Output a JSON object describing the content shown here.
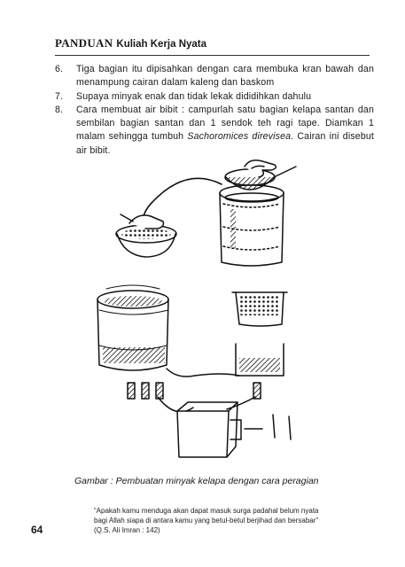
{
  "header": {
    "prefix": "PANDUAN",
    "title": "Kuliah Kerja Nyata"
  },
  "steps": [
    {
      "number": "6.",
      "text": "Tiga bagian itu dipisahkan dengan cara membuka kran bawah dan menampung cairan dalam kaleng dan baskom"
    },
    {
      "number": "7.",
      "text": "Supaya minyak enak dan tidak lekak dididihkan dahulu"
    },
    {
      "number": "8.",
      "text_before": "Cara membuat air bibit : campurlah satu bagian kelapa santan dan sembilan bagian santan dan 1 sendok teh ragi tape. Diamkan 1 malam sehingga tumbuh ",
      "text_italic": "Sachoromices direvisea",
      "text_after": ". Cairan ini disebut air bibit."
    }
  ],
  "caption": "Gambar : Pembuatan minyak kelapa dengan cara peragian",
  "footer": {
    "page_number": "64",
    "quote_line1": "“Apakah kamu menduga akan dapat masuk surga padahal belum nyata",
    "quote_line2": "bagi Allah siapa di antara kamu yang betul-betul berjihad dan bersabar”",
    "quote_line3": "(Q.S. Ali Imran : 142)"
  }
}
